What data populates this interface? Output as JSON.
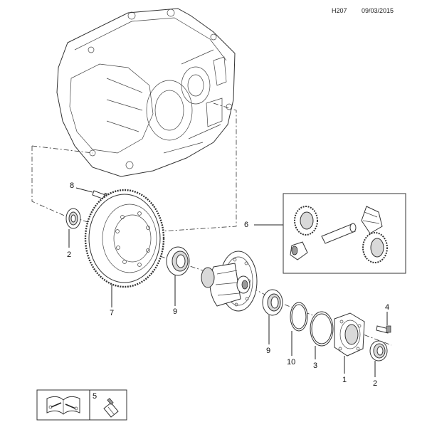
{
  "header": {
    "code": "H207",
    "date": "09/03/2015"
  },
  "callouts": {
    "c1": "1",
    "c2a": "2",
    "c2b": "2",
    "c3": "3",
    "c4": "4",
    "c6": "6",
    "c7": "7",
    "c8": "8",
    "c9a": "9",
    "c9b": "9",
    "c10": "10"
  },
  "legend": {
    "item_number": "5",
    "book_icon": "repair-manual-icon",
    "tube_icon": "sealant-tube-icon"
  }
}
